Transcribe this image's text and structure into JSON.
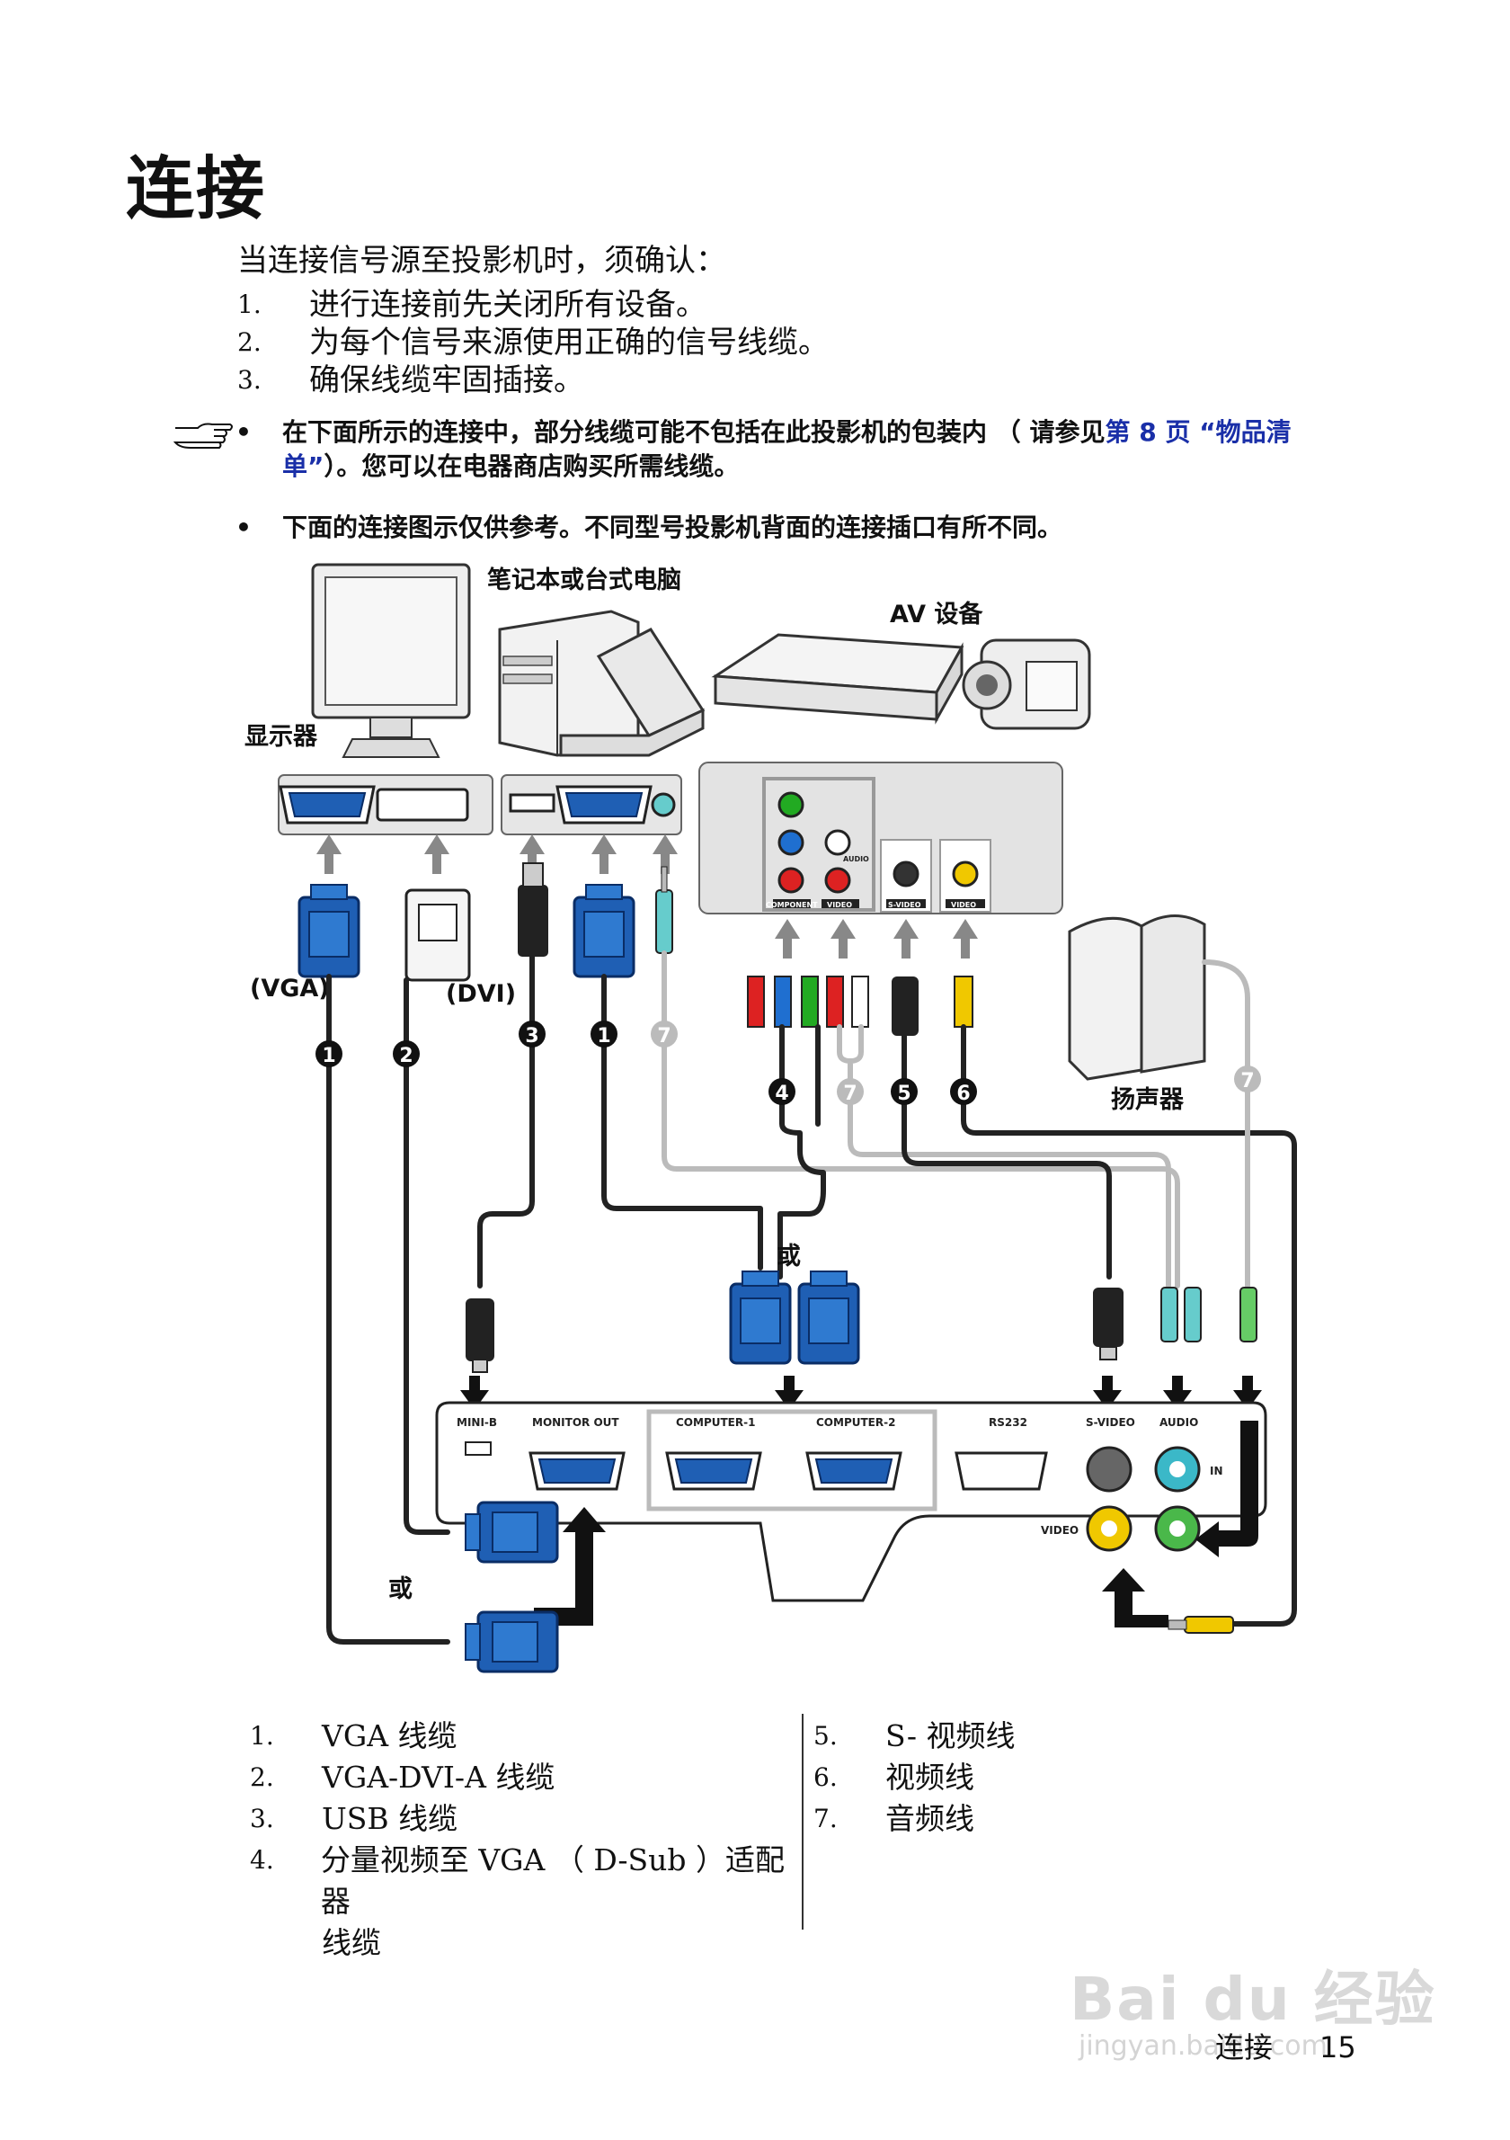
{
  "page": {
    "title": "连接",
    "intro": "当连接信号源至投影机时，须确认：",
    "steps": [
      {
        "num": "1.",
        "text": "进行连接前先关闭所有设备。"
      },
      {
        "num": "2.",
        "text": "为每个信号来源使用正确的信号线缆。"
      },
      {
        "num": "3.",
        "text": "确保线缆牢固插接。"
      }
    ],
    "notes": [
      {
        "bullet": "•",
        "text_before": "在下面所示的连接中，部分线缆可能不包括在此投影机的包装内 （ 请参见",
        "link": "第 8 页 “物品清单”",
        "text_after": "）。您可以在电器商店购买所需线缆。"
      },
      {
        "bullet": "•",
        "text_before": "下面的连接图示仅供参考。不同型号投影机背面的连接插口有所不同。",
        "link": "",
        "text_after": ""
      }
    ],
    "diagram": {
      "labels": {
        "computer": "笔记本或台式电脑",
        "av": "AV 设备",
        "monitor": "显示器",
        "speakers": "扬声器",
        "vga": "(VGA)",
        "dvi": "(DVI)",
        "or1": "或",
        "or2": "或"
      },
      "callouts": [
        "1",
        "2",
        "3",
        "1",
        "7",
        "4",
        "7",
        "5",
        "6",
        "7"
      ],
      "port_labels": {
        "mini_b": "MINI-B",
        "monitor_out": "MONITOR OUT",
        "computer1": "COMPUTER-1",
        "computer2": "COMPUTER-2",
        "rs232": "RS232",
        "s_video": "S-VIDEO",
        "audio": "AUDIO",
        "in": "IN",
        "video": "VIDEO",
        "component": "COMPONENT",
        "video_small": "VIDEO",
        "s_video_small": "S-VIDEO",
        "video_small2": "VIDEO",
        "audio_small": "AUDIO"
      }
    },
    "legend_left": [
      {
        "num": "1.",
        "text": "VGA 线缆"
      },
      {
        "num": "2.",
        "text": "VGA-DVI-A 线缆"
      },
      {
        "num": "3.",
        "text": "USB 线缆"
      },
      {
        "num": "4.",
        "text": "分量视频至 VGA （ D-Sub ）适配器"
      },
      {
        "num": "",
        "text": "线缆"
      }
    ],
    "legend_right": [
      {
        "num": "5.",
        "text": "S- 视频线"
      },
      {
        "num": "6.",
        "text": "视频线"
      },
      {
        "num": "7.",
        "text": "音频线"
      }
    ],
    "footer": {
      "section": "连接",
      "page_number": "15"
    },
    "watermark": {
      "brand": "Bai du 经验",
      "url": "jingyan.baidu.com"
    }
  }
}
